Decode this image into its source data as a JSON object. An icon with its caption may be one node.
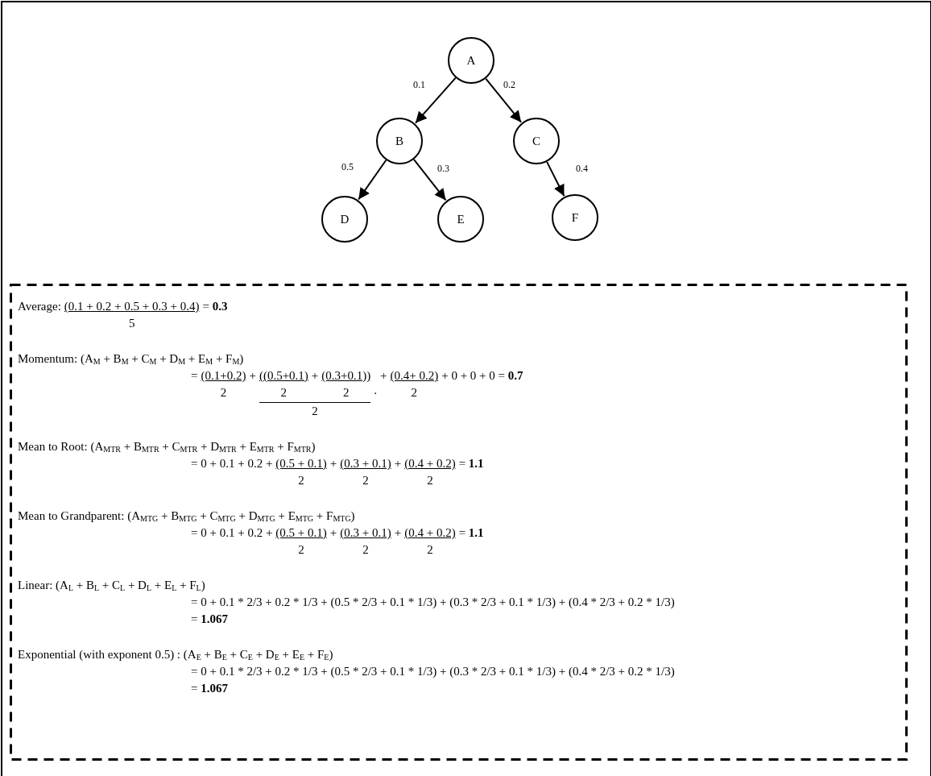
{
  "diagram": {
    "nodes": [
      {
        "text": [
          "A"
        ]
      },
      {
        "text": [
          "B"
        ]
      },
      {
        "text": [
          "C"
        ]
      },
      {
        "text": [
          "D"
        ]
      },
      {
        "text": [
          "E"
        ]
      },
      {
        "text": [
          "F"
        ]
      },
      {
        "text": [
          "Average:",
          "(0.1 + 0.2 + 0.5 + 0.3 + 0.4)",
          "5",
          "= **0.3**",
          "Momentum: (A$_{M}$ + B$_{M}$ + C$_{M}$ + D$_{M}$ + E$_{M}$ + F$_{M}$)",
          "=",
          "(0.1+0.2)",
          "2",
          "+",
          "((0.5+0.1)",
          "2",
          "+",
          "(0.3+0.1))",
          "2",
          "2",
          ".",
          "+",
          "(0.4+ 0.2)",
          "2",
          "+ 0 + 0 + 0 = **0.7**",
          "Mean to Root: (A$_{MTR}$ + B$_{MTR}$ + C$_{MTR}$ + D$_{MTR}$ + E$_{MTR}$ + F$_{MTR}$)",
          "= 0 + 0.1 + 0.2 +",
          "(0.5 + 0.1)",
          "2",
          "+",
          "(0.3 + 0.1)",
          "2",
          "+",
          "(0.4 + 0.2)",
          "2",
          "= **1.1**",
          "Mean to Grandparent: (A$_{MTG}$ + B$_{MTG}$ + C$_{MTG}$ + D$_{MTG}$ + E$_{MTG}$ + F$_{MTG}$)",
          "= 0 + 0.1 + 0.2 +",
          "(0.5 + 0.1)",
          "2",
          "+",
          "(0.3 + 0.1)",
          "2",
          "+",
          "(0.4 + 0.2)",
          "2",
          "= **1.1**",
          "Linear: (A$_{L}$ + B$_{L}$ + C$_{L}$ + D$_{L}$ + E$_{L}$ + F$_{L}$)",
          "= 0 + 0.1 * 2/3 + 0.2 * 1/3 + (0.5 * 2/3 + 0.1 * 1/3) + (0.3 * 2/3 + 0.1 * 1/3) + (0.4 * 2/3 + 0.2 * 1/3)",
          "= **1.067**",
          "Exponential (with exponent 0.5) : (A$_{E}$ + B$_{E}$ + C$_{E}$ + D$_{E}$ + E$_{E}$ + F$_{E}$)",
          "= 0 + 0.1 * 2/3 + 0.2 * 1/3 + (0.5 * 2/3 + 0.1 * 1/3) + (0.3 * 2/3 + 0.1 * 1/3) + (0.4 * 2/3 + 0.2 * 1/3)",
          "= **1.067**"
        ]
      }
    ],
    "edges": [
      {
        "from": 0,
        "to": 1,
        "arrow": "to",
        "label": "0.1"
      },
      {
        "from": 0,
        "to": 2,
        "arrow": "to",
        "label": "0.2"
      },
      {
        "from": 1,
        "to": 3,
        "arrow": "to",
        "label": "0.5"
      },
      {
        "from": 1,
        "to": 4,
        "arrow": "to",
        "label": "0.3"
      },
      {
        "from": 2,
        "to": 5,
        "arrow": "to",
        "label": "0.4"
      }
    ]
  }
}
